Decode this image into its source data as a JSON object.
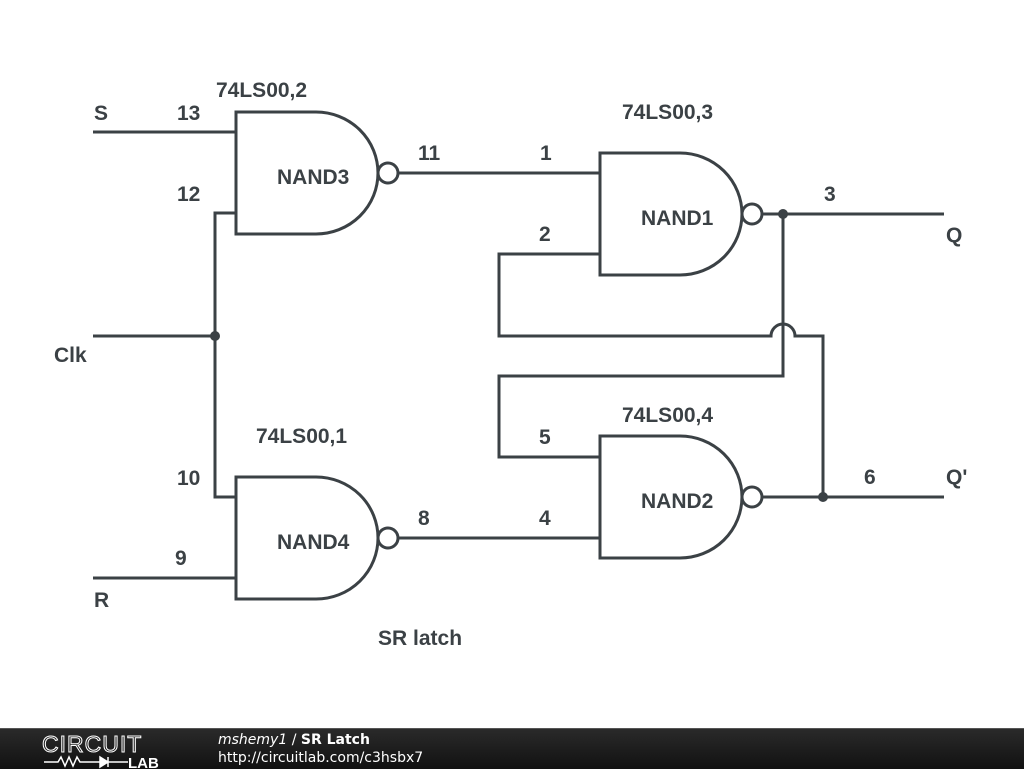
{
  "schematic": {
    "title": "SR latch",
    "nets": {
      "s": "S",
      "r": "R",
      "clk": "Clk",
      "q": "Q",
      "qbar": "Q'"
    },
    "gates": [
      {
        "name": "NAND3",
        "part": "74LS00,2",
        "pins": {
          "in_a": "13",
          "in_b": "12",
          "out": "11"
        }
      },
      {
        "name": "NAND4",
        "part": "74LS00,1",
        "pins": {
          "in_a": "10",
          "in_b": "9",
          "out": "8"
        }
      },
      {
        "name": "NAND1",
        "part": "74LS00,3",
        "pins": {
          "in_a": "1",
          "in_b": "2",
          "out": "3"
        }
      },
      {
        "name": "NAND2",
        "part": "74LS00,4",
        "pins": {
          "in_a": "5",
          "in_b": "4",
          "out": "6"
        }
      }
    ],
    "colors": {
      "ink": "#3b4145",
      "background": "#ffffff"
    }
  },
  "footer": {
    "logo_top": "CIRCUIT",
    "logo_bottom": "LAB",
    "user": "mshemy1",
    "separator": " / ",
    "circuit_name": "SR Latch",
    "url": "http://circuitlab.com/c3hsbx7"
  }
}
